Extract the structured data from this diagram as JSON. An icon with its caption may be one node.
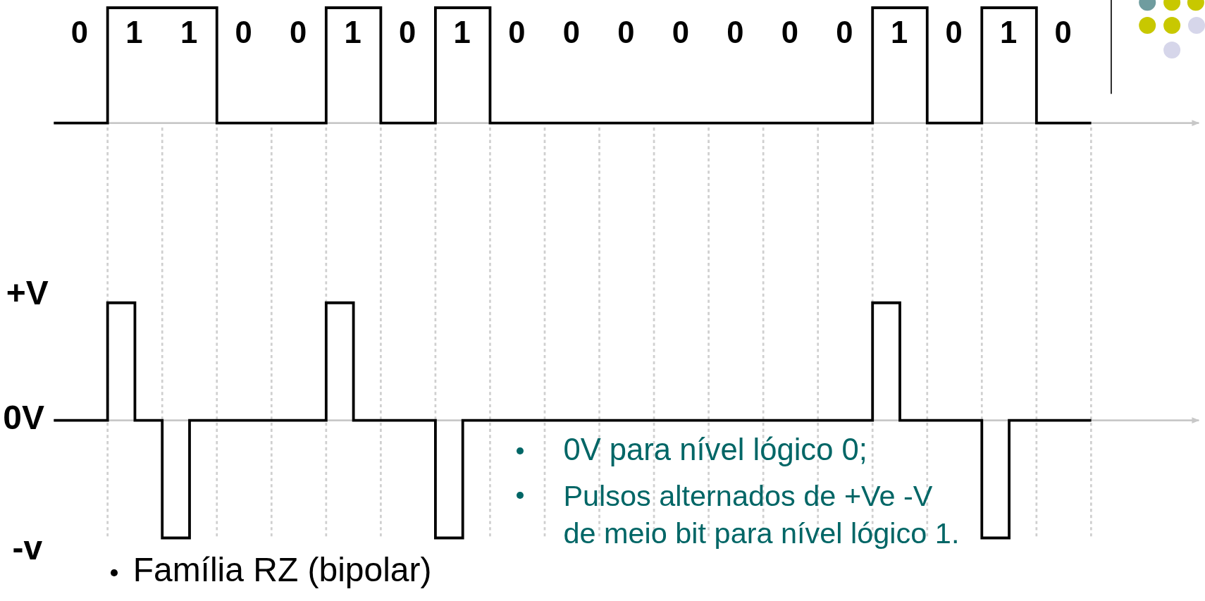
{
  "diagram": {
    "labels": [
      "0",
      "1",
      "1",
      "0",
      "0",
      "1",
      "0",
      "1",
      "0",
      "0",
      "0",
      "0",
      "0",
      "0",
      "0",
      "1",
      "0",
      "1",
      "0",
      "+V",
      "0V",
      "-v",
      "Família RZ (bipolar)",
      "0V para nível lógico 0;",
      "Pulsos alternados de +Ve -V de meio bit para nível lógico 1."
    ]
  }
}
